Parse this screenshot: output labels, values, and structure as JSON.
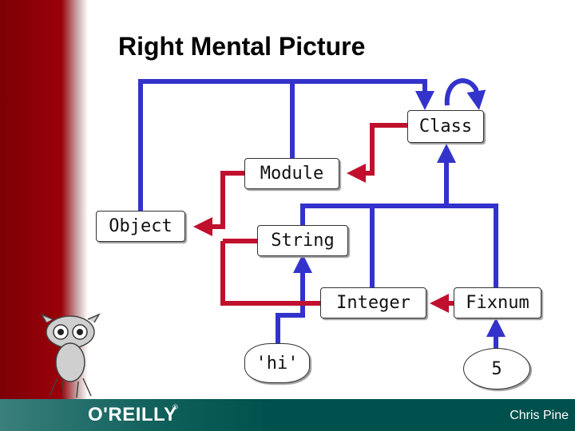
{
  "title": "Right Mental Picture",
  "nodes": {
    "class": "Class",
    "module": "Module",
    "object": "Object",
    "string": "String",
    "integer": "Integer",
    "fixnum": "Fixnum",
    "hi": "'hi'",
    "five": "5"
  },
  "colors": {
    "instance_of_link": "#3333cc",
    "superclass_link": "#c0102e",
    "sidebar": "#9a0008",
    "footer": "#00504d"
  },
  "footer": {
    "logo": "O'REILLY",
    "registered": "®",
    "author": "Chris Pine"
  }
}
